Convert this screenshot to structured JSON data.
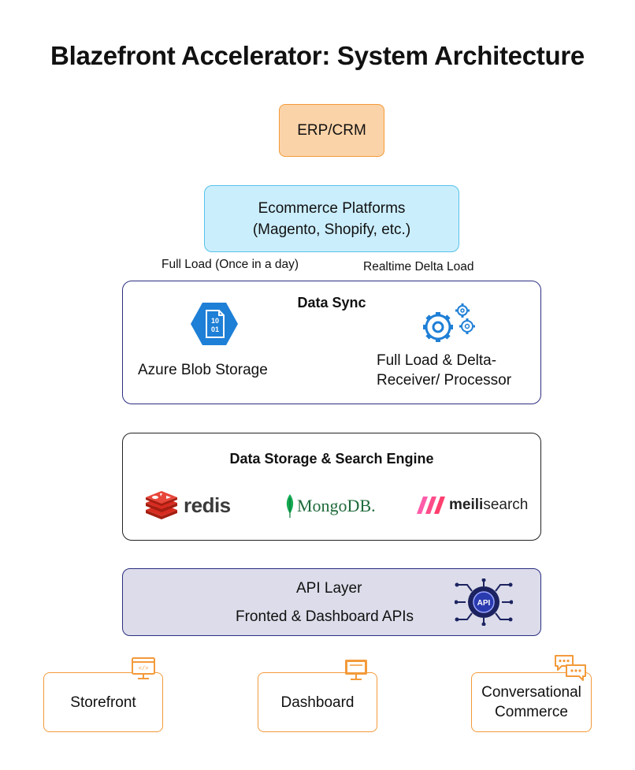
{
  "title": "Blazefront Accelerator:  System Architecture",
  "erp": {
    "label": "ERP/CRM"
  },
  "ecommerce": {
    "line1": "Ecommerce Platforms",
    "line2": "(Magento, Shopify, etc.)"
  },
  "loads": {
    "full": "Full Load (Once in a day)",
    "delta": "Realtime Delta Load"
  },
  "data_sync": {
    "title": "Data Sync",
    "blob_icon_text": "10\n01",
    "blob_label": "Azure Blob Storage",
    "processor_line1": "Full Load & Delta-",
    "processor_line2": "Receiver/ Processor"
  },
  "storage": {
    "title": "Data Storage & Search Engine",
    "redis": "redis",
    "mongodb": "MongoDB.",
    "meili_bold": "meili",
    "meili_light": "search"
  },
  "api": {
    "title": "API Layer",
    "subtitle": "Fronted & Dashboard APIs",
    "icon_text": "API"
  },
  "outputs": {
    "storefront": "Storefront",
    "dashboard": "Dashboard",
    "conversational_line1": "Conversational",
    "conversational_line2": "Commerce"
  },
  "icons": [
    "azure-blob-icon",
    "gears-icon",
    "redis-logo-icon",
    "mongodb-leaf-icon",
    "meilisearch-logo-icon",
    "api-chip-icon",
    "code-monitor-icon",
    "dashboard-monitor-icon",
    "chat-bubbles-icon"
  ],
  "colors": {
    "orange": "#f39a3a",
    "orange_fill": "#fbd3a8",
    "blue_fill": "#cbeefd",
    "blue_border": "#56c2ea",
    "navy": "#2b2f80",
    "api_fill": "#dcdcea",
    "azure": "#1e7fd6",
    "redis": "#d82c20",
    "mongodb": "#13aa52",
    "meili": "#ff5caa"
  }
}
